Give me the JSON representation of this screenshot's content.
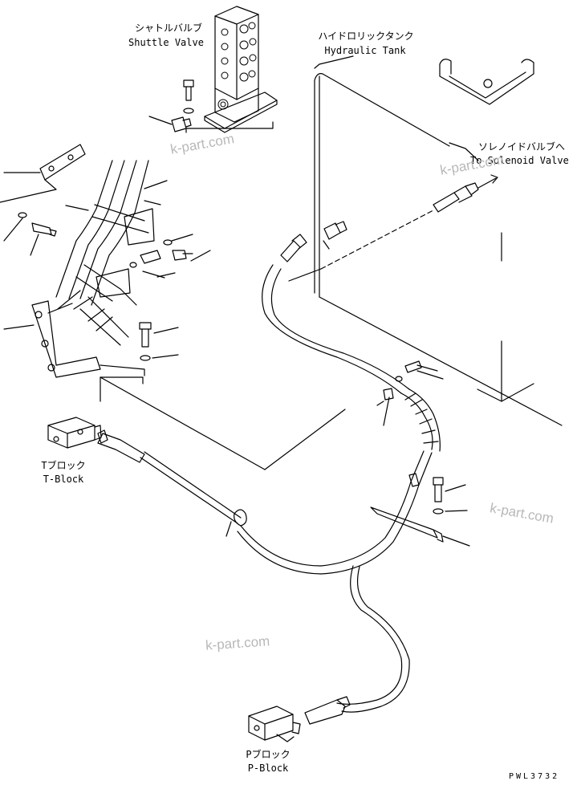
{
  "labels": {
    "shuttle_valve_jp": "シャトルバルブ",
    "shuttle_valve_en": "Shuttle Valve",
    "hydraulic_tank_jp": "ハイドロリックタンク",
    "hydraulic_tank_en": "Hydraulic Tank",
    "solenoid_valve_jp": "ソレノイドバルブへ",
    "solenoid_valve_en": "To Solenoid Valve",
    "t_block_jp": "Tブロック",
    "t_block_en": "T-Block",
    "p_block_jp": "Pブロック",
    "p_block_en": "P-Block"
  },
  "watermark": "k-part.com",
  "drawing_code": "PWL3732",
  "colors": {
    "line": "#000000",
    "watermark": "#b8b8b8"
  }
}
